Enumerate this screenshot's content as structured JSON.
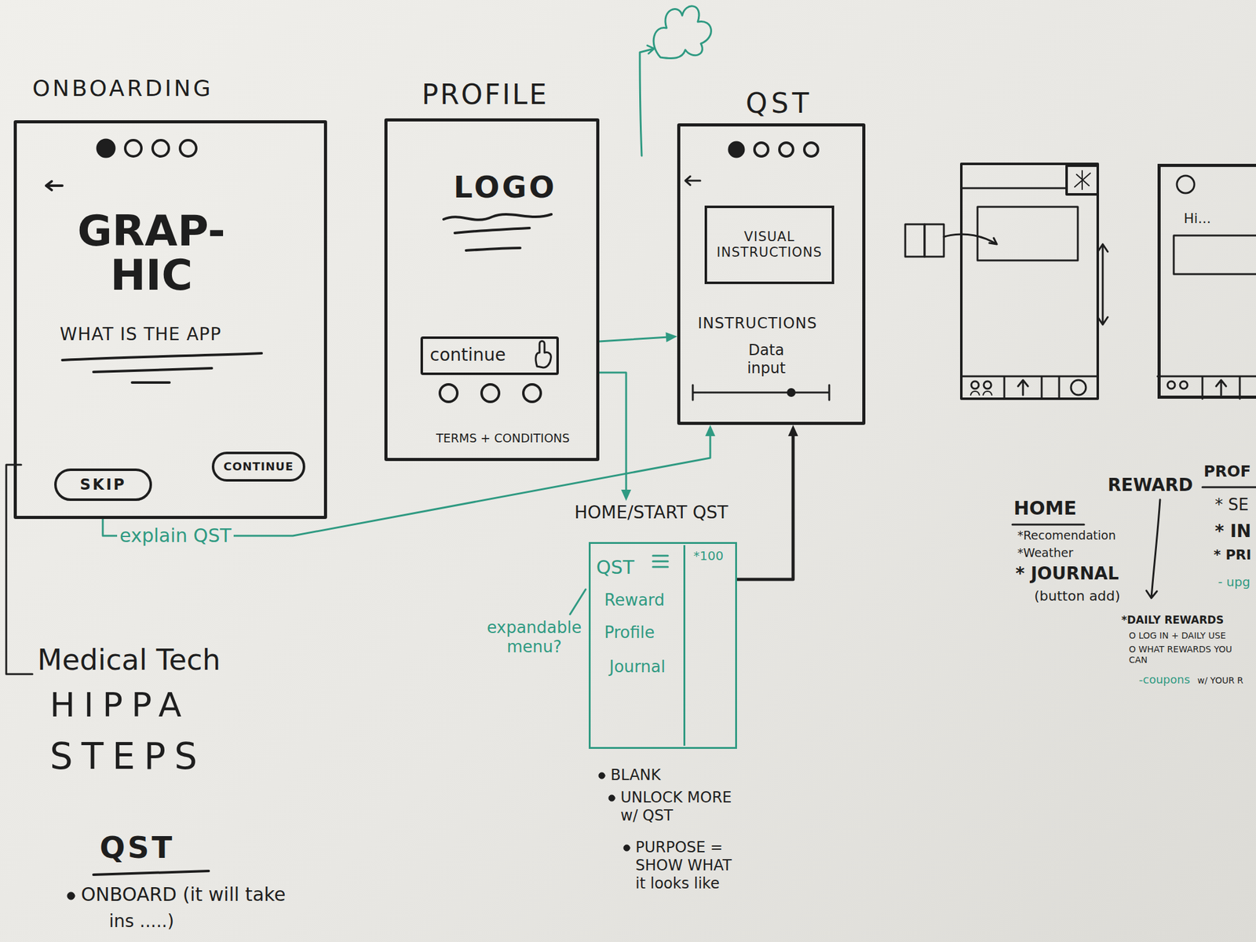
{
  "diagram": {
    "nodes": [
      {
        "text": [
          "ONBOARDING",
          "GRAP- HIC",
          "WHAT IS THE APP"
        ]
      },
      {
        "text": [
          "SKIP"
        ],
        "in": 0
      },
      {
        "text": [
          "CONTINUE"
        ],
        "in": 0
      },
      {
        "text": [
          "PROFILE",
          "LOGO",
          "TERMS + CONDITIONS"
        ]
      },
      {
        "text": [
          "continue"
        ],
        "in": 3
      },
      {
        "text": [
          "QST",
          "INSTRUCTIONS",
          "Data input"
        ]
      },
      {
        "text": [
          "VISUAL INSTRUCTIONS"
        ],
        "in": 5
      },
      {
        "text": [
          "HOME/START QST",
          "*100"
        ]
      },
      {
        "text": [
          "QST",
          "Reward",
          "Profile",
          "Journal"
        ],
        "in": 7
      },
      {
        "text": [
          "Hi..."
        ]
      }
    ],
    "edges": [
      {
        "from": 3,
        "to": 5,
        "arrow": "to"
      },
      {
        "from": 3,
        "to": 7,
        "arrow": "to"
      },
      {
        "from": 7,
        "to": 5,
        "arrow": "to"
      },
      {
        "from": 0,
        "to": 5,
        "label": "explain QST",
        "arrow": "to"
      }
    ],
    "labels": [
      "Medical Tech",
      "HIPPA",
      "STEPS",
      "QST",
      "ONBOARD (it will take",
      "ins .....)",
      "expandable menu?",
      "BLANK",
      "UNLOCK MORE w/ QST",
      "PURPOSE = SHOW WHAT it looks like",
      "HOME",
      "*Recomendation",
      "*Weather",
      "* JOURNAL",
      "(button add)",
      "REWARD",
      "*DAILY REWARDS",
      "O LOG IN + DAILY USE",
      "O WHAT REWARDS YOU CAN",
      "w/ YOUR R",
      "-coupons",
      "PROF",
      "* SE",
      "* IN",
      "* PRI",
      "- upg"
    ]
  }
}
